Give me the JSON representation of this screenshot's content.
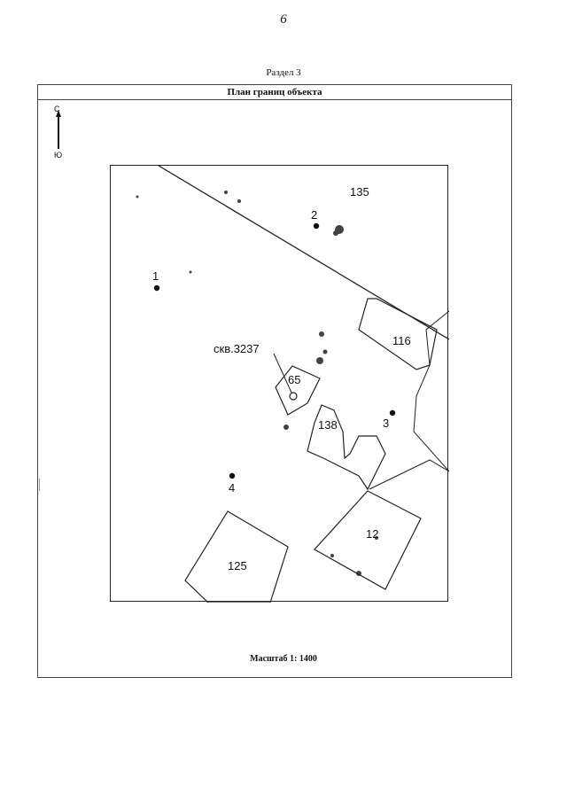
{
  "page_number": "6",
  "section": "Раздел 3",
  "title": "План границ объекта",
  "north_arrow": {
    "top": "С",
    "bottom": "Ю"
  },
  "map": {
    "labels": {
      "parcel_135": "135",
      "point_2": "2",
      "point_1": "1",
      "parcel_116": "116",
      "well": "скв.3237",
      "parcel_65": "65",
      "parcel_138": "138",
      "point_3": "3",
      "point_4": "4",
      "parcel_12": "12",
      "parcel_125": "125"
    }
  },
  "scale": "Масштаб 1: 1400"
}
